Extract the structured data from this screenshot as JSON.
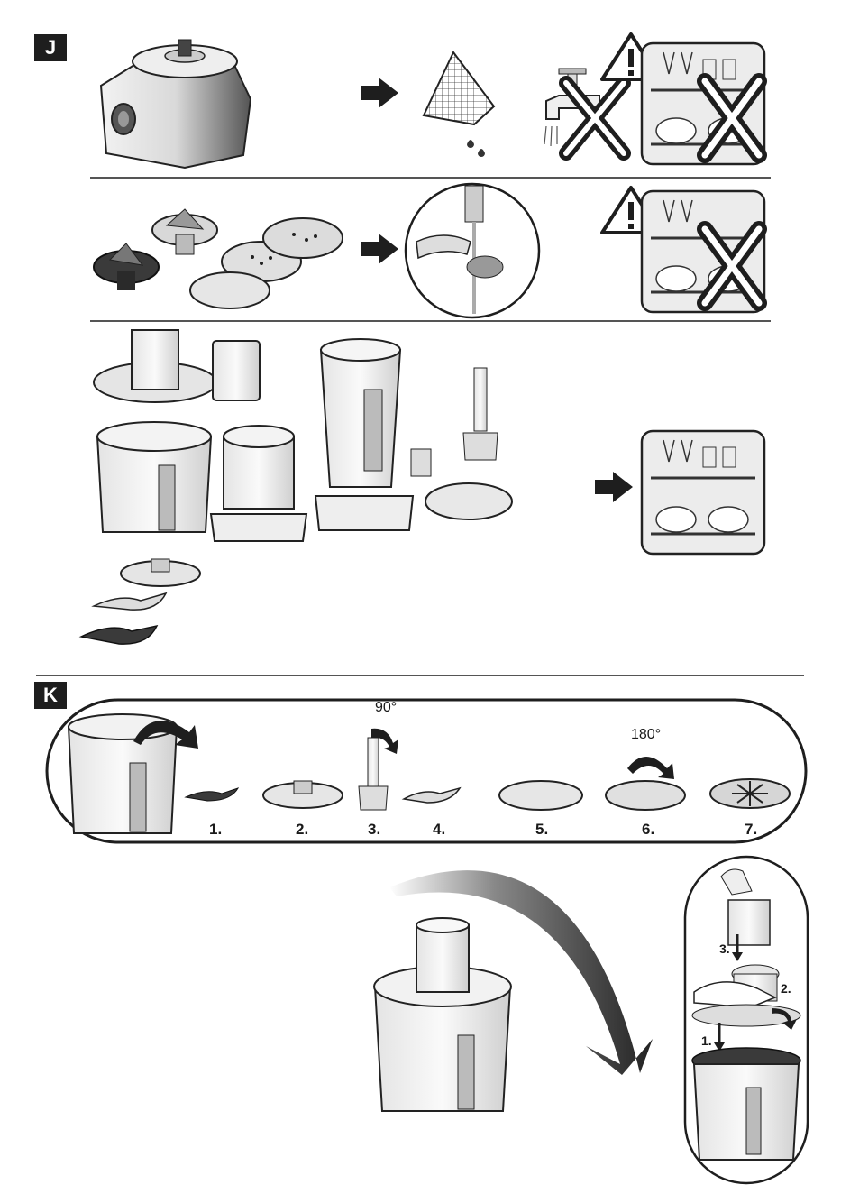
{
  "sections": {
    "j": {
      "label": "J"
    },
    "k": {
      "label": "K"
    }
  },
  "assembly_steps": [
    {
      "label": "1."
    },
    {
      "label": "2."
    },
    {
      "label": "3."
    },
    {
      "label": "4."
    },
    {
      "label": "5."
    },
    {
      "label": "6."
    },
    {
      "label": "7."
    }
  ],
  "rotations": {
    "drive_shaft": "90°",
    "disc": "180°"
  },
  "insert_steps": {
    "step1": "1.",
    "step2": "2.",
    "step3": "3."
  },
  "colors": {
    "ink": "#1a1a1a",
    "plastic": "#e8e8e8",
    "dark_part": "#3a3a3a"
  }
}
